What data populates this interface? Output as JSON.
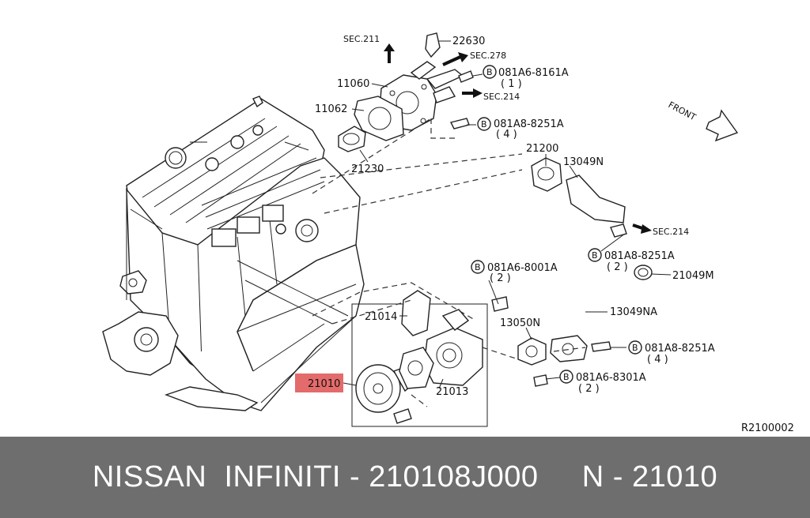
{
  "diagram": {
    "labels": {
      "sec_211": "SEC.211",
      "p22630": "22630",
      "sec_278": "SEC.278",
      "p11060": "11060",
      "p081A6_8161A": "081A6-8161A",
      "qty_1": "( 1 )",
      "sec_214_top": "SEC.214",
      "p11062": "11062",
      "p081A8_8251A_top": "081A8-8251A",
      "qty_4_top": "( 4 )",
      "front": "FRONT",
      "p21200": "21200",
      "p13049N": "13049N",
      "p21230": "21230",
      "p21010": "21010",
      "sec_214_mid": "SEC.214",
      "p081A8_8251A_mid": "081A8-8251A",
      "qty_2_mid": "( 2 )",
      "p081A6_8001A": "081A6-8001A",
      "qty_2_left": "( 2 )",
      "p21049M": "21049M",
      "p21014": "21014",
      "p13049NA": "13049NA",
      "p13050N": "13050N",
      "p081A8_8251A_bot": "081A8-8251A",
      "qty_4_bot": "( 4 )",
      "p21013": "21013",
      "p081A6_8301A": "081A6-8301A",
      "qty_2_bot": "( 2 )",
      "bolt_marker": "B",
      "ref_code": "R2100002"
    },
    "highlight_color": "#e46b6b"
  },
  "footer": {
    "text": "NISSAN  INFINITI - 210108J000     N - 21010",
    "background": "#6e6e6e"
  }
}
